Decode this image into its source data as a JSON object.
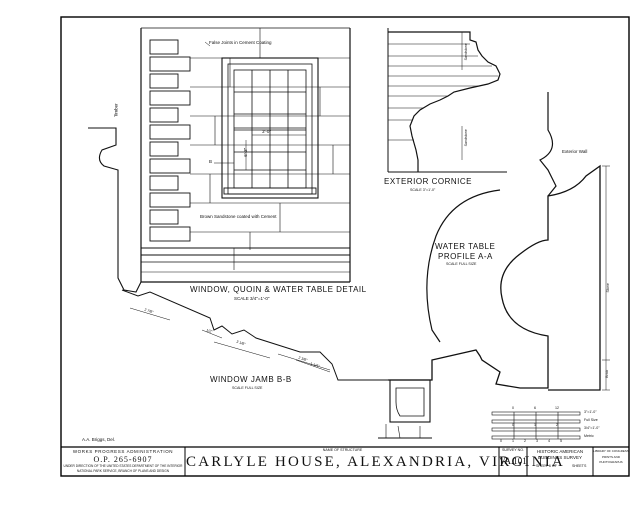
{
  "labels": {
    "joints_note": "False Joints in Cement Coating",
    "sandstone_note": "Brown Sandstone coated with Cement",
    "window_width_dim": "3'-0\"",
    "window_height_dim": "6'-3\"",
    "window_mark": "B",
    "timber_note": "Timber",
    "exterior_wall_note": "Exterior Wall",
    "sandstone_dim_1": "Sandstone",
    "sandstone_dim_2": "Sandstone",
    "stone_dim": "Stone",
    "brick_dim": "Brick",
    "dim_2_5": "2 7/8\"",
    "dim_1_1": "1/2\"",
    "dim_3_1": "3 1/8\"",
    "dim_2_3": "2 3/8\"",
    "dim_1_4": "1 1/4\""
  },
  "captions": {
    "exterior_cornice": "EXTERIOR CORNICE",
    "exterior_cornice_scale": "SCALE 3\"=1'-0\"",
    "water_table_1": "WATER TABLE",
    "water_table_2": "PROFILE A-A",
    "water_table_scale": "SCALE FULL SIZE",
    "window_detail": "WINDOW, QUOIN & WATER TABLE DETAIL",
    "window_detail_scale": "SCALE 3/4\"=1'-0\"",
    "window_jamb": "WINDOW JAMB B-B",
    "window_jamb_scale": "SCALE FULL SIZE"
  },
  "delineator": "A.A. Briggs, Del.",
  "title_block": {
    "agency_1": "WORKS PROGRESS ADMINISTRATION",
    "project_no": "O.P. 265-6907",
    "agency_2": "UNDER DIRECTION OF THE UNITED STATES DEPARTMENT OF THE INTERIOR",
    "agency_3": "NATIONAL PARK SERVICE, BRANCH OF PLANS AND DESIGN",
    "structure_label": "NAME OF STRUCTURE",
    "structure_name": "CARLYLE HOUSE, ALEXANDRIA, VIRGINIA",
    "survey_label": "SURVEY NO.",
    "survey_no": "VA.101",
    "habs_1": "HISTORIC AMERICAN",
    "habs_2": "BUILDINGS SURVEY",
    "sheet_of": "SHEET 6 OF",
    "sheets": "SHEETS",
    "lib_1": "LIBRARY OF CONGRESS",
    "lib_2": "PRINTS AND",
    "lib_3": "PHOTOGRAPHS"
  },
  "scale_bar": {
    "labels": [
      "3\"=1'-0\"",
      "Full Size",
      "3/4\"=1'-0\"",
      "Metric"
    ],
    "ticks_1": [
      "0",
      "6",
      "12"
    ],
    "ticks_2": [
      "0",
      "1",
      "2"
    ],
    "ticks_3": [
      "0",
      "1",
      "2",
      "3",
      "4",
      "5"
    ]
  }
}
